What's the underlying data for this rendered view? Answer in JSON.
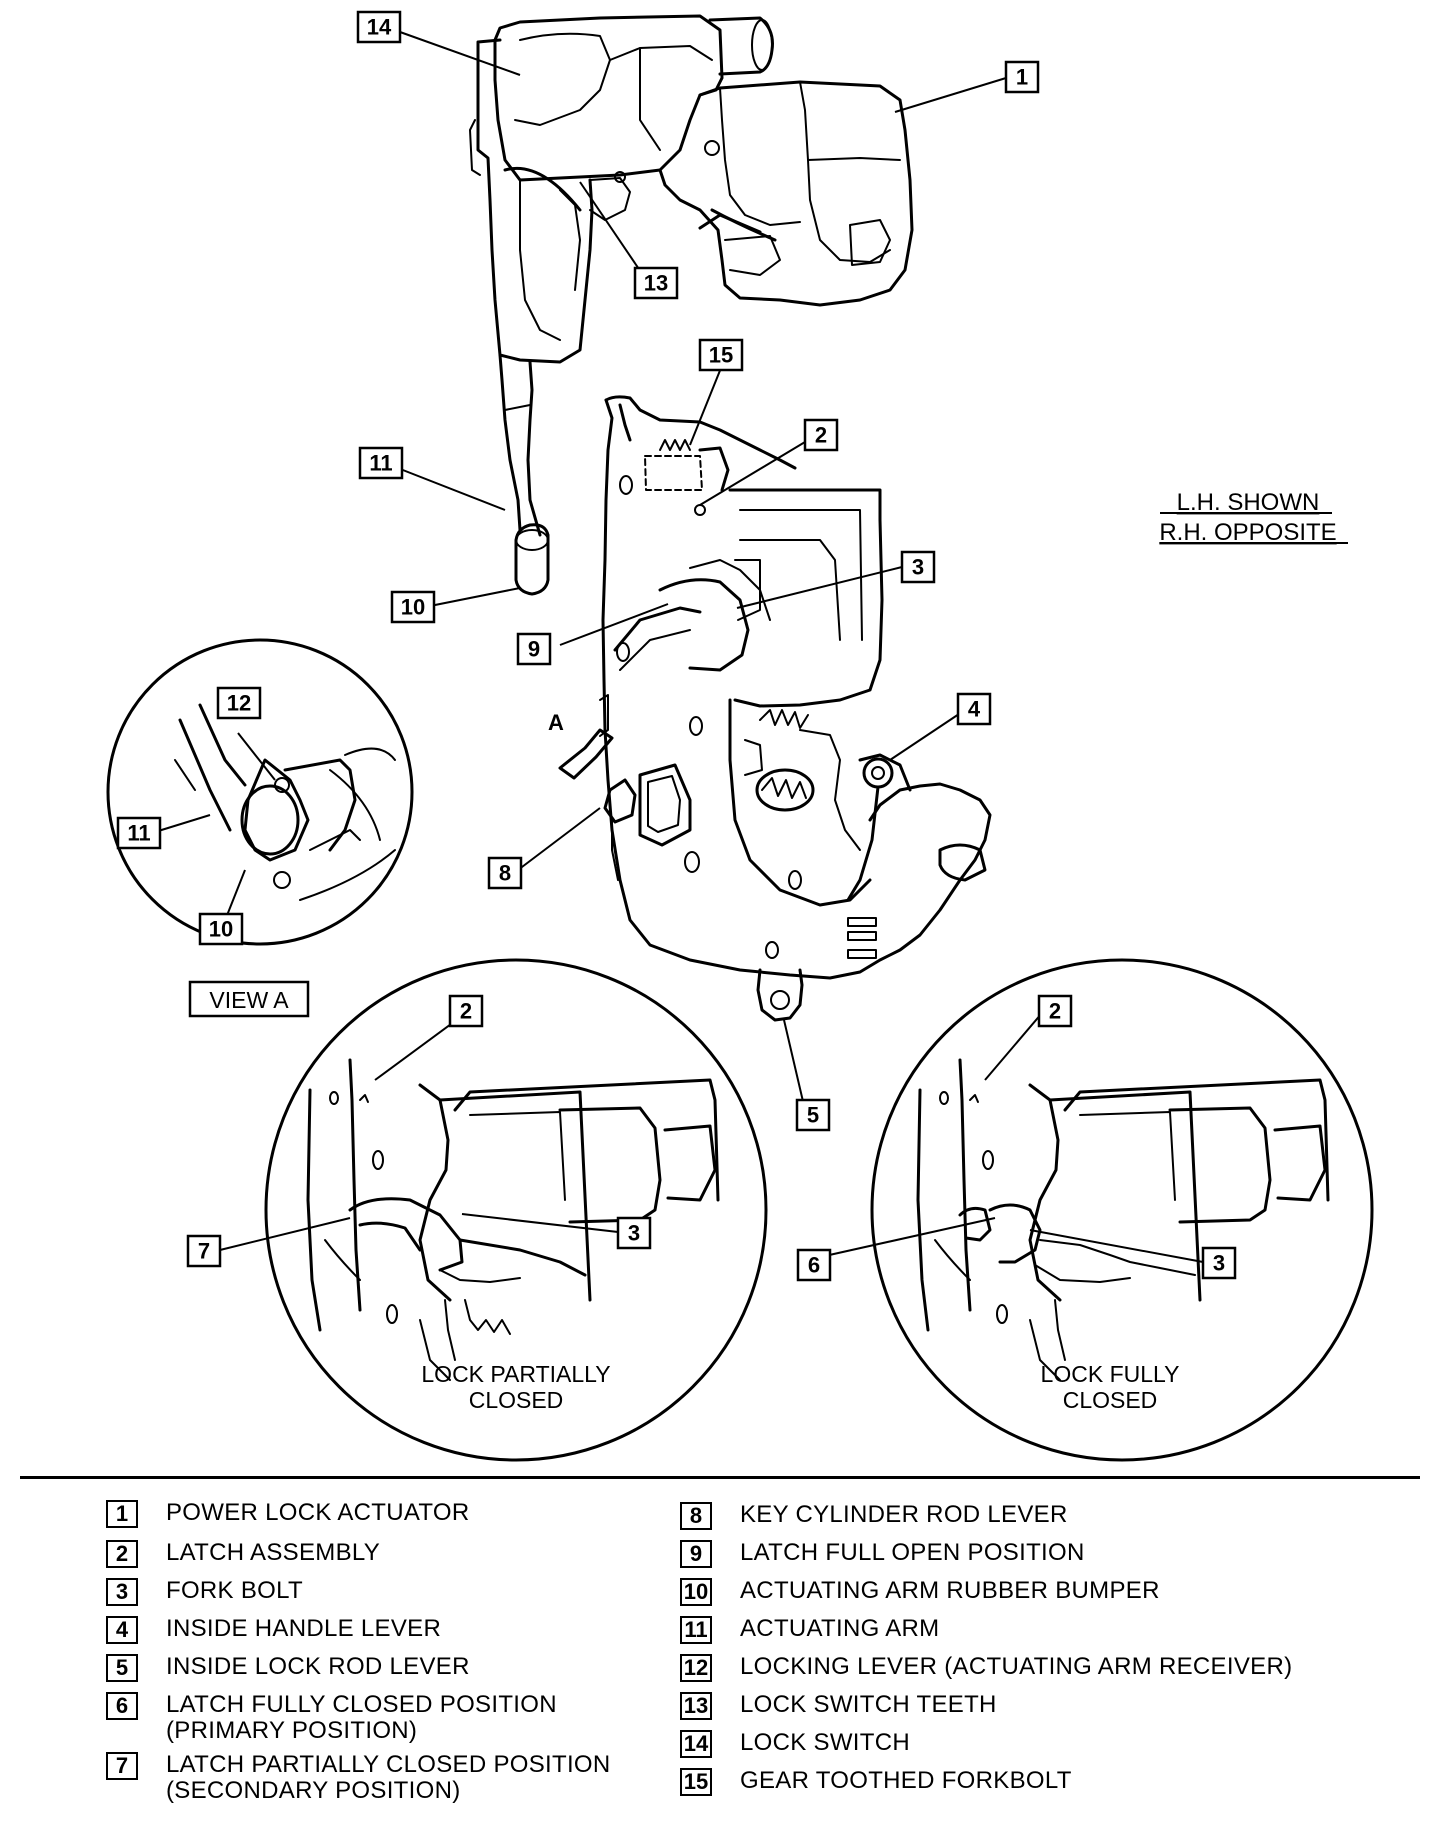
{
  "orientation_note": [
    "L.H. SHOWN",
    "R.H. OPPOSITE"
  ],
  "view_label": "VIEW A",
  "arrow_label": "A",
  "inset_partial_caption": "LOCK PARTIALLY\nCLOSED",
  "inset_full_caption": "LOCK FULLY\nCLOSED",
  "callouts": [
    {
      "id": "c1",
      "num": "1"
    },
    {
      "id": "c2a",
      "num": "2"
    },
    {
      "id": "c2b",
      "num": "2"
    },
    {
      "id": "c2c",
      "num": "2"
    },
    {
      "id": "c3a",
      "num": "3"
    },
    {
      "id": "c3b",
      "num": "3"
    },
    {
      "id": "c3c",
      "num": "3"
    },
    {
      "id": "c4",
      "num": "4"
    },
    {
      "id": "c5",
      "num": "5"
    },
    {
      "id": "c6",
      "num": "6"
    },
    {
      "id": "c7",
      "num": "7"
    },
    {
      "id": "c8",
      "num": "8"
    },
    {
      "id": "c9",
      "num": "9"
    },
    {
      "id": "c10a",
      "num": "10"
    },
    {
      "id": "c10b",
      "num": "10"
    },
    {
      "id": "c11a",
      "num": "11"
    },
    {
      "id": "c11b",
      "num": "11"
    },
    {
      "id": "c12",
      "num": "12"
    },
    {
      "id": "c13",
      "num": "13"
    },
    {
      "id": "c14",
      "num": "14"
    },
    {
      "id": "c15",
      "num": "15"
    }
  ],
  "legend": [
    {
      "num": "1",
      "label": "POWER LOCK ACTUATOR"
    },
    {
      "num": "2",
      "label": "LATCH ASSEMBLY"
    },
    {
      "num": "3",
      "label": "FORK BOLT"
    },
    {
      "num": "4",
      "label": "INSIDE HANDLE LEVER"
    },
    {
      "num": "5",
      "label": "INSIDE LOCK ROD LEVER"
    },
    {
      "num": "6",
      "label": "LATCH FULLY CLOSED POSITION\n(PRIMARY POSITION)"
    },
    {
      "num": "7",
      "label": "LATCH PARTIALLY CLOSED POSITION\n(SECONDARY POSITION)"
    },
    {
      "num": "8",
      "label": "KEY CYLINDER ROD LEVER"
    },
    {
      "num": "9",
      "label": "LATCH FULL OPEN POSITION"
    },
    {
      "num": "10",
      "label": "ACTUATING ARM RUBBER BUMPER"
    },
    {
      "num": "11",
      "label": "ACTUATING ARM"
    },
    {
      "num": "12",
      "label": "LOCKING LEVER (ACTUATING ARM RECEIVER)"
    },
    {
      "num": "13",
      "label": "LOCK SWITCH TEETH"
    },
    {
      "num": "14",
      "label": "LOCK SWITCH"
    },
    {
      "num": "15",
      "label": "GEAR TOOTHED FORKBOLT"
    }
  ]
}
